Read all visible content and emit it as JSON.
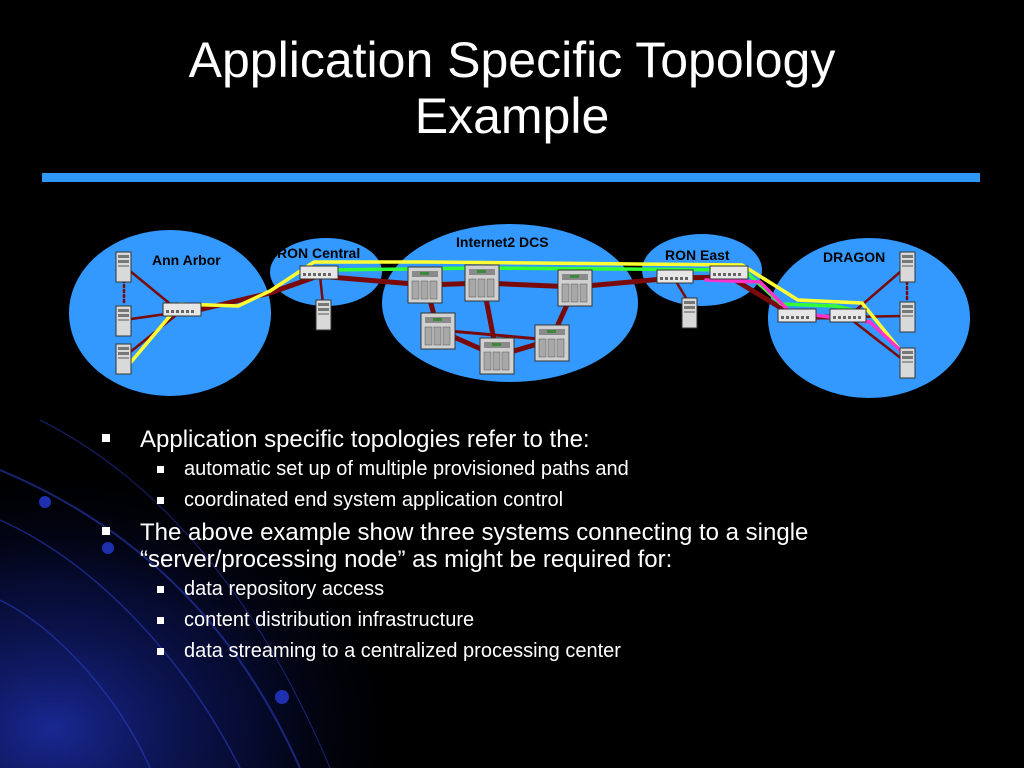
{
  "slide": {
    "title_line1": "Application Specific Topology",
    "title_line2": "Example"
  },
  "diagram": {
    "regions": {
      "ann_arbor": "Ann Arbor",
      "ron_central": "RON Central",
      "internet2_dcs": "Internet2 DCS",
      "ron_east": "RON East",
      "dragon": "DRAGON"
    },
    "colors": {
      "region_fill": "#3399ff",
      "backbone": "#7a0a0a",
      "path_yellow": "#ffff33",
      "path_green": "#33ff33",
      "path_magenta": "#ff33cc",
      "title_rule": "#2f98f5"
    },
    "icons": [
      "server-icon",
      "switch-icon"
    ]
  },
  "bullets": [
    {
      "text": "Application specific topologies refer to the:",
      "sub": [
        "automatic set up of multiple provisioned paths and",
        "coordinated end system application control"
      ]
    },
    {
      "text": "The above example show three systems connecting to a single “server/processing node” as might be required for:",
      "sub": [
        "data repository access",
        "content distribution infrastructure",
        "data streaming to a centralized processing center"
      ]
    }
  ]
}
